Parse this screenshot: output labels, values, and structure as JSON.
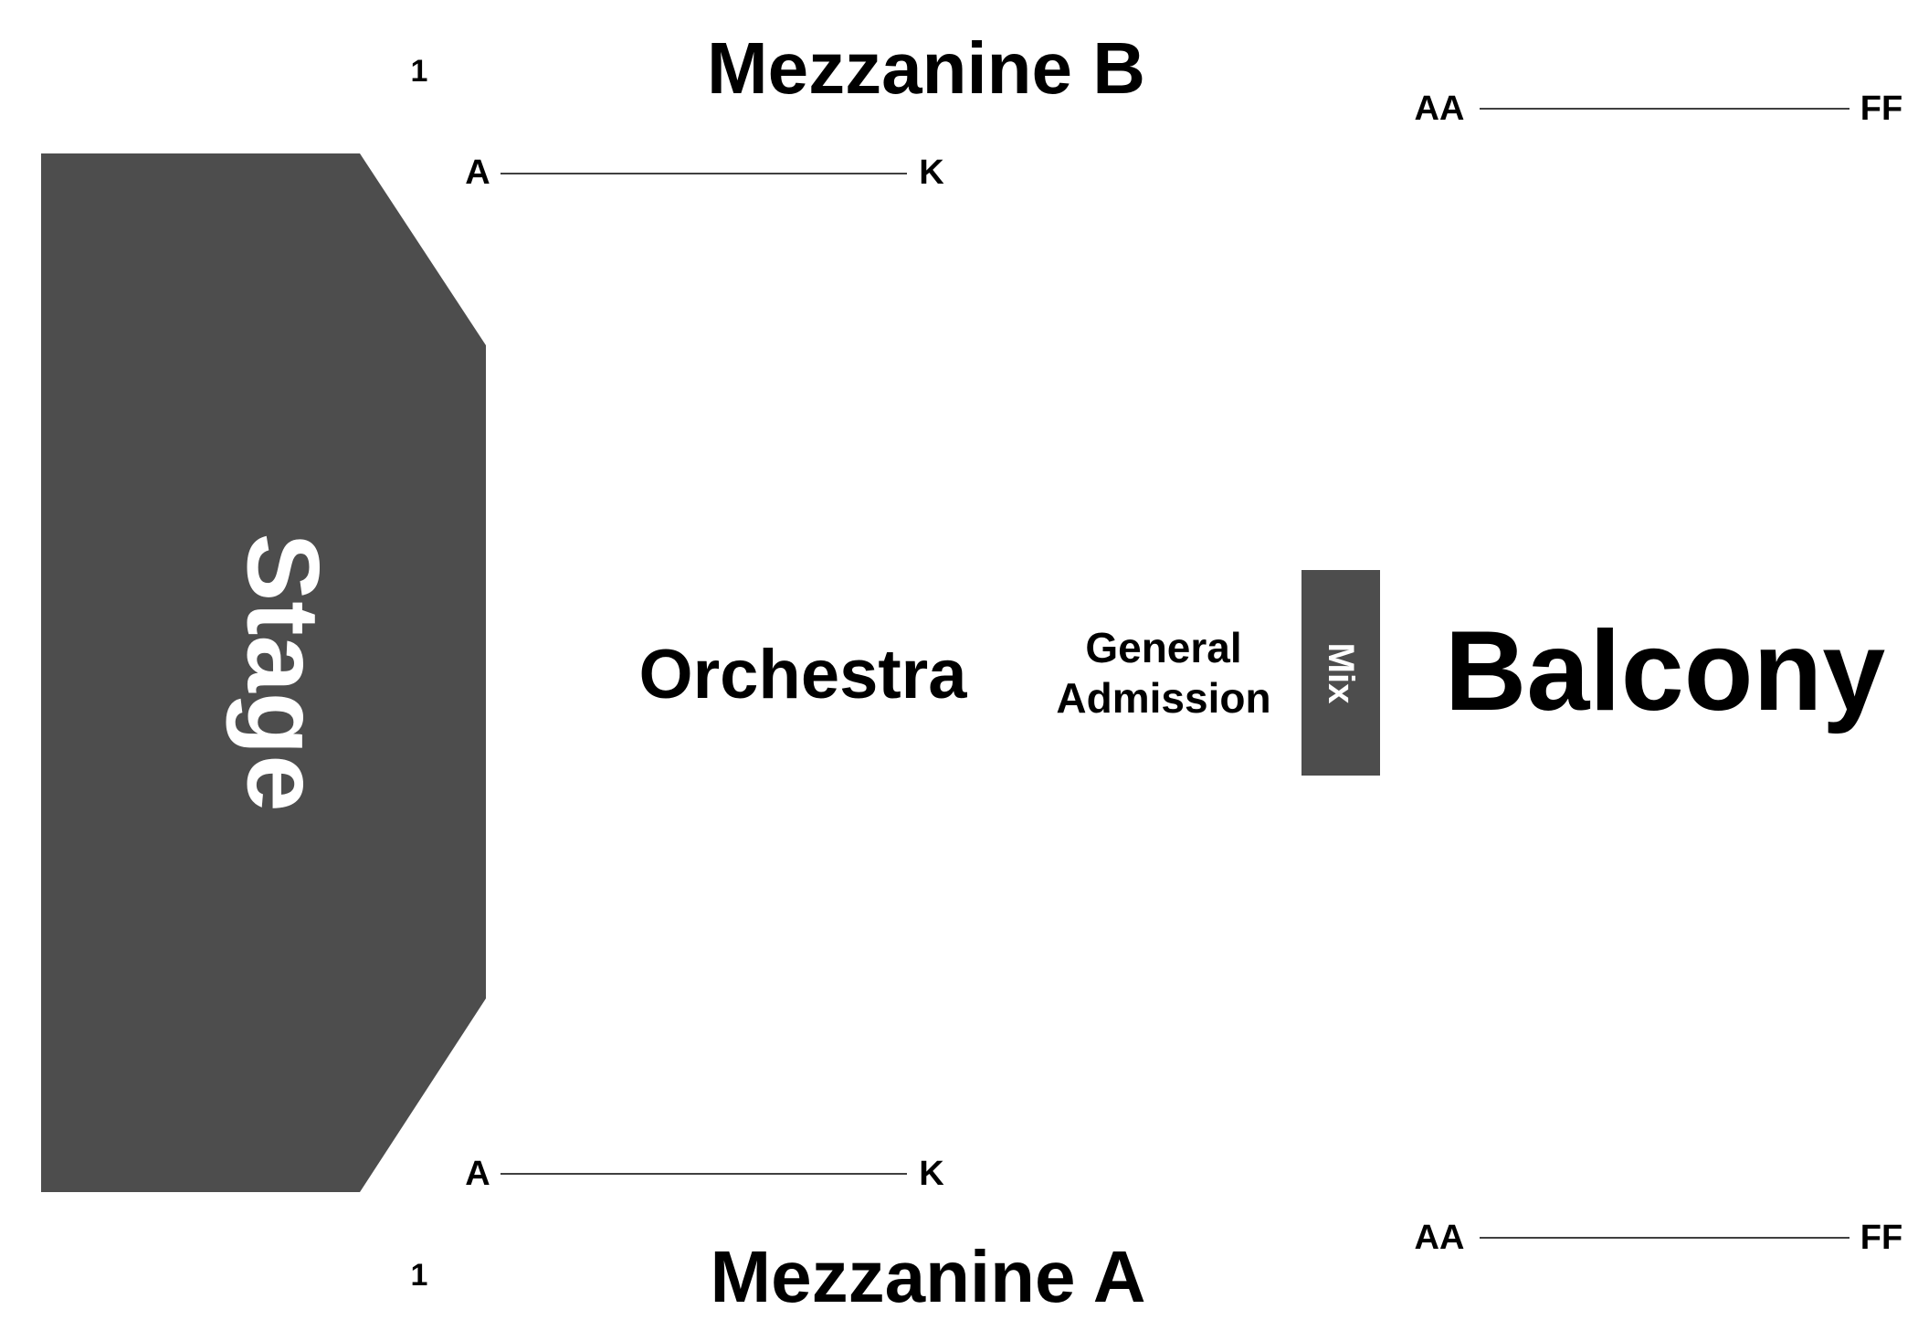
{
  "colors": {
    "background": "#ffffff",
    "stage_fill": "#4d4d4d",
    "mix_fill": "#4d4d4d",
    "reversed_text": "#ffffff",
    "text": "#000000",
    "row_line": "#000000"
  },
  "stage": {
    "label": "Stage"
  },
  "mix": {
    "label": "Mix"
  },
  "orchestra": {
    "label": "Orchestra"
  },
  "general_admission": {
    "line1": "General",
    "line2": "Admission"
  },
  "balcony": {
    "label": "Balcony"
  },
  "mezzanine_b": {
    "label": "Mezzanine B",
    "seat_start": "1",
    "row_start": "A",
    "row_end": "K"
  },
  "mezzanine_a": {
    "label": "Mezzanine A",
    "seat_start": "1",
    "row_start": "A",
    "row_end": "K"
  },
  "balcony_rows_top": {
    "row_start": "AA",
    "row_end": "FF"
  },
  "balcony_rows_bottom": {
    "row_start": "AA",
    "row_end": "FF"
  }
}
